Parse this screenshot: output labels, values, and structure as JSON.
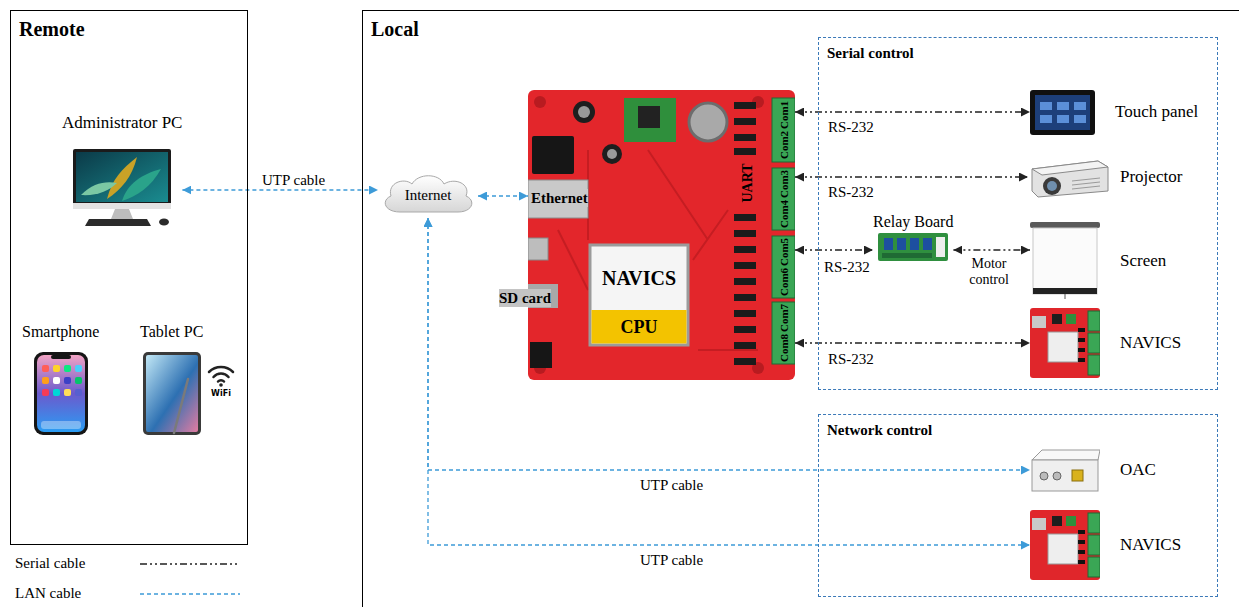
{
  "diagram": {
    "nodes": [
      {
        "text": [
          "Remote"
        ]
      },
      {
        "text": [
          "Administrator PC"
        ],
        "in": 0
      },
      {
        "text": [
          "Smartphone"
        ],
        "in": 0
      },
      {
        "text": [
          "Tablet PC"
        ],
        "in": 0
      },
      {
        "text": [
          "Local"
        ]
      },
      {
        "text": [
          "Internet"
        ],
        "in": 4
      },
      {
        "text": [
          "NAVICS",
          "CPU"
        ],
        "in": 4
      },
      {
        "text": [
          "Serial control"
        ],
        "in": 4
      },
      {
        "text": [
          "Touch panel"
        ],
        "in": 7
      },
      {
        "text": [
          "Projector"
        ],
        "in": 7
      },
      {
        "text": [
          "Relay Board"
        ],
        "in": 7
      },
      {
        "text": [
          "Screen"
        ],
        "in": 7
      },
      {
        "text": [
          "NAVICS"
        ],
        "in": 7
      },
      {
        "text": [
          "Network control"
        ],
        "in": 4
      },
      {
        "text": [
          "OAC"
        ],
        "in": 13
      },
      {
        "text": [
          "NAVICS"
        ],
        "in": 13
      }
    ],
    "edges": [
      {
        "from": 1,
        "to": 5,
        "label": "UTP cable",
        "arrow": "both"
      },
      {
        "from": 5,
        "to": 6,
        "arrow": "both"
      },
      {
        "from": 6,
        "to": 8,
        "label": "RS-232",
        "arrow": "both"
      },
      {
        "from": 6,
        "to": 9,
        "label": "RS-232",
        "arrow": "both"
      },
      {
        "from": 6,
        "to": 10,
        "label": "RS-232",
        "arrow": "both"
      },
      {
        "from": 10,
        "to": 11,
        "label": "Motor control",
        "arrow": "both"
      },
      {
        "from": 6,
        "to": 12,
        "label": "RS-232",
        "arrow": "both"
      },
      {
        "from": 5,
        "to": 14,
        "label": "UTP cable",
        "arrow": "both"
      },
      {
        "from": 5,
        "to": 15,
        "label": "UTP cable",
        "arrow": "both"
      }
    ],
    "labels": [
      "WiFi",
      "Ethernet",
      "SD card",
      "UART",
      "Com1",
      "Com2",
      "Com3",
      "Com4",
      "Com5",
      "Com6",
      "Com7",
      "Com8"
    ],
    "legend": [
      {
        "text": "Serial cable"
      },
      {
        "text": "LAN cable"
      }
    ]
  }
}
